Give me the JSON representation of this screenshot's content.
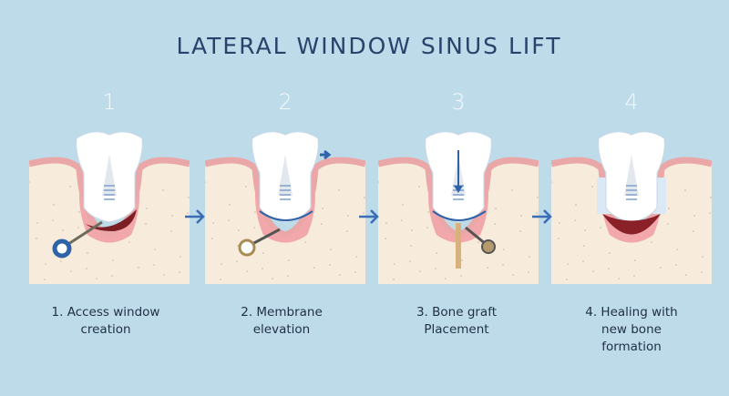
{
  "title": "LATERAL WINDOW SINUS LIFT",
  "steps": [
    {
      "number": "1",
      "label": "1. Access window\ncreation",
      "variant": "access"
    },
    {
      "number": "2",
      "label": "2. Membrane\nelevation",
      "variant": "membrane"
    },
    {
      "number": "3",
      "label": "3. Bone graft\nPlacement",
      "variant": "graft"
    },
    {
      "number": "4",
      "label": "4. Healing with\nnew bone\nformation",
      "variant": "healing"
    }
  ],
  "colors": {
    "background": "#bedbea",
    "bone": "#f7ebdb",
    "gum": "#eaa7a8",
    "tooth": "#ffffff",
    "accent": "#2f63a8",
    "title": "#27426b"
  }
}
